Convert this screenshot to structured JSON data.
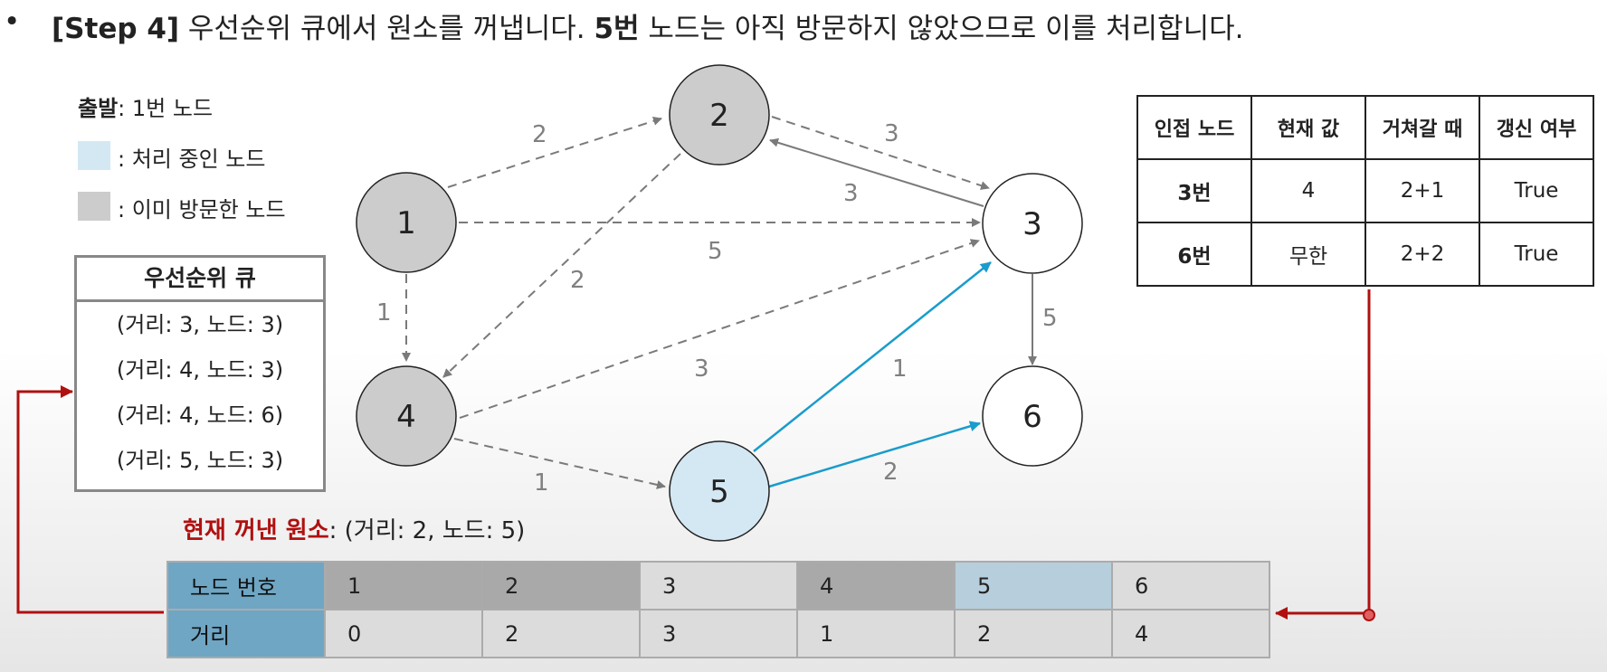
{
  "title": {
    "bullet": "•",
    "prefix": "[Step 4]",
    "part1": " 우선순위 큐에서 원소를 꺼냅니다. ",
    "bold_node": "5번",
    "part2": " 노드는 아직 방문하지 않았으므로 이를 처리합니다."
  },
  "legend": {
    "start_label": "출발",
    "start_value": ": 1번 노드",
    "processing_label": ": 처리 중인 노드",
    "visited_label": ": 이미 방문한 노드",
    "processing_color": "#d4e8f4",
    "visited_color": "#cccccc"
  },
  "queue": {
    "title": "우선순위 큐",
    "items": [
      "(거리: 3, 노드: 3)",
      "(거리: 4, 노드: 3)",
      "(거리: 4, 노드: 6)",
      "(거리: 5, 노드: 3)"
    ]
  },
  "graph": {
    "nodes": [
      {
        "id": "1",
        "state": "visited"
      },
      {
        "id": "2",
        "state": "visited"
      },
      {
        "id": "3",
        "state": "unvisited"
      },
      {
        "id": "4",
        "state": "visited"
      },
      {
        "id": "5",
        "state": "processing"
      },
      {
        "id": "6",
        "state": "unvisited"
      }
    ],
    "edges": [
      {
        "from": "1",
        "to": "2",
        "weight": "2",
        "style": "dashed"
      },
      {
        "from": "1",
        "to": "3",
        "weight": "5",
        "style": "dashed"
      },
      {
        "from": "1",
        "to": "4",
        "weight": "1",
        "style": "dashed"
      },
      {
        "from": "2",
        "to": "3",
        "weight": "3",
        "style": "dashed"
      },
      {
        "from": "3",
        "to": "2",
        "weight": "3",
        "style": "solid"
      },
      {
        "from": "2",
        "to": "4",
        "weight": "2",
        "style": "dashed"
      },
      {
        "from": "4",
        "to": "3",
        "weight": "3",
        "style": "dashed"
      },
      {
        "from": "4",
        "to": "5",
        "weight": "1",
        "style": "dashed"
      },
      {
        "from": "5",
        "to": "3",
        "weight": "1",
        "style": "highlight"
      },
      {
        "from": "5",
        "to": "6",
        "weight": "2",
        "style": "highlight"
      },
      {
        "from": "3",
        "to": "6",
        "weight": "5",
        "style": "solid"
      }
    ],
    "colors": {
      "visited": "#cccccc",
      "processing": "#d4e8f4",
      "unvisited": "#ffffff",
      "highlight": "#1a9ccc",
      "edge": "#7a7a7a"
    }
  },
  "adjacency": {
    "headers": [
      "인접 노드",
      "현재 값",
      "거쳐갈 때",
      "갱신 여부"
    ],
    "rows": [
      [
        "3번",
        "4",
        "2+1",
        "True"
      ],
      [
        "6번",
        "무한",
        "2+2",
        "True"
      ]
    ]
  },
  "current": {
    "label": "현재 꺼낸 원소",
    "value": ": (거리: 2, 노드: 5)"
  },
  "distance_table": {
    "row1_label": "노드 번호",
    "row2_label": "거리",
    "nodes": [
      "1",
      "2",
      "3",
      "4",
      "5",
      "6"
    ],
    "distances": [
      "0",
      "2",
      "3",
      "1",
      "2",
      "4"
    ],
    "states": [
      "visited",
      "visited",
      "plain",
      "visited",
      "processing",
      "plain"
    ]
  },
  "arrow_color": "#b01010"
}
